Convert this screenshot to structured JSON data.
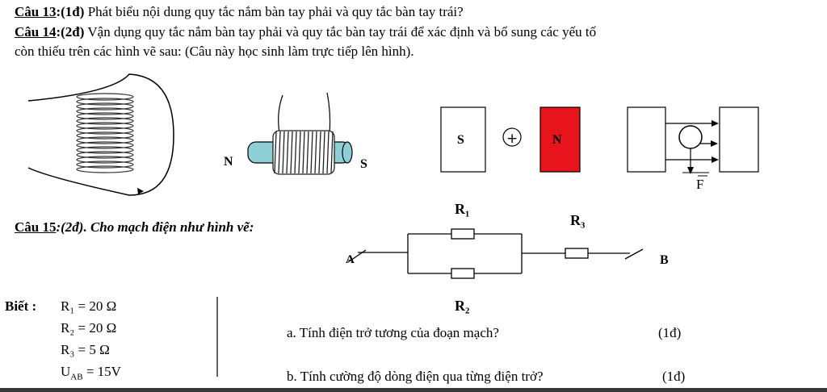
{
  "q13": {
    "label": "Câu 13",
    "score": ":(1đ)",
    "text": " Phát biểu nội dung quy tắc nắm bàn tay phải và quy tắc bàn tay trái?"
  },
  "q14": {
    "label": "Câu 14",
    "score": ":(2đ)",
    "text": " Vận dụng quy tắc nắm bàn tay phải và quy tắc bàn tay trái để xác định và bổ sung các yếu tố",
    "text2": "còn thiếu trên các hình vẽ sau: (Câu này học sinh làm trực tiếp lên hình)."
  },
  "figures": {
    "fig2_left": "N",
    "fig2_right": "S",
    "fig3_left": "S",
    "fig3_right": "N",
    "fig3_symbol": "+",
    "fig4_force": "F"
  },
  "q15": {
    "label": "Câu 15",
    "text": ":(2đ). Cho mạch điện như hình vẽ:"
  },
  "circuit": {
    "r1": "R₁",
    "r2": "R₂",
    "r3": "R₃",
    "node_a": "A",
    "node_b": "B"
  },
  "given": {
    "title": "Biết :",
    "r1": "R₁ = 20 Ω",
    "r2": "R₂ = 20 Ω",
    "r3": "R₃ = 5 Ω",
    "uab": "U",
    "uab_sub": "AB",
    "uab_val": " = 15V"
  },
  "questions": {
    "a": "a.  Tính điện trở tương của đoạn mạch?",
    "a_score": "(1đ)",
    "b": "b.  Tính cường độ dòng điện qua từng điện trở?",
    "b_score": "(1đ)"
  },
  "colors": {
    "magnet_north": "#e8141c",
    "core": "#8ecfd6"
  }
}
